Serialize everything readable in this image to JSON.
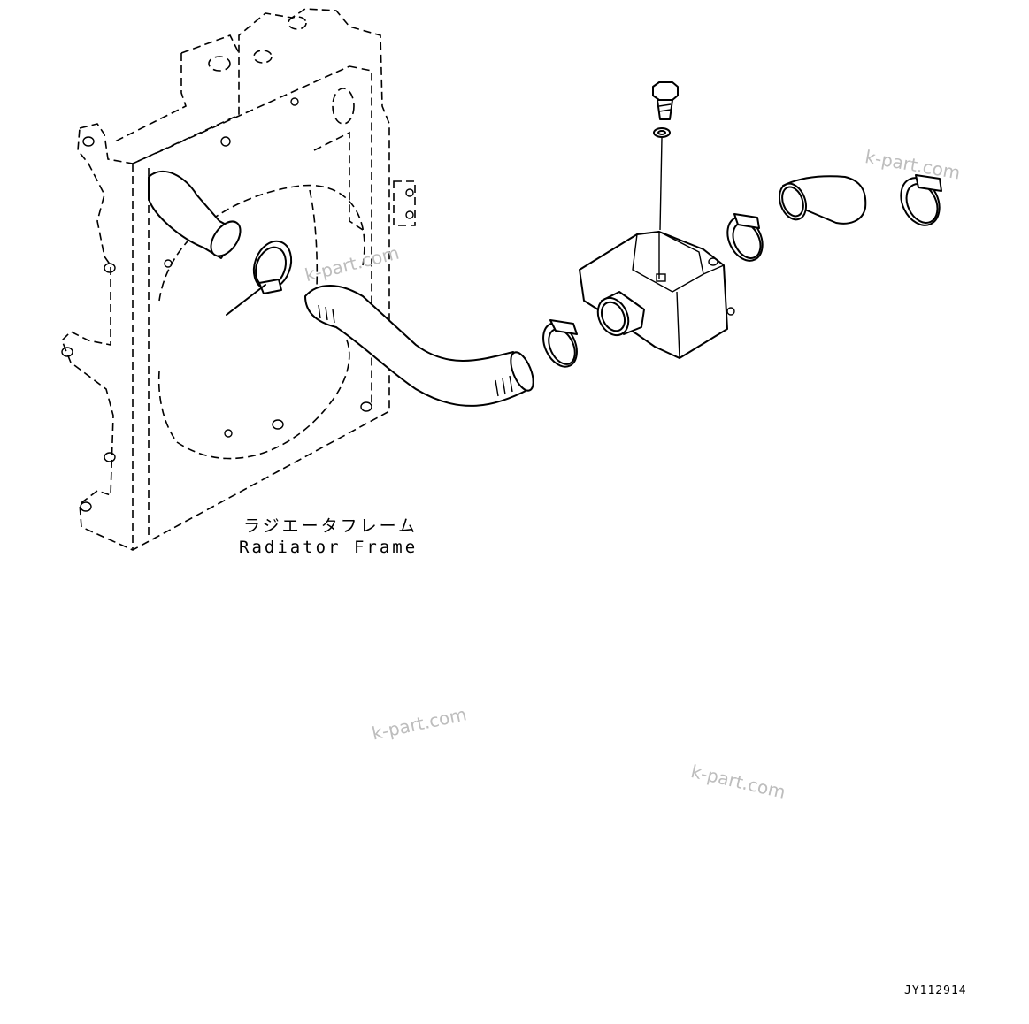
{
  "labels": {
    "part_name_jp": "ラジエータフレーム",
    "part_name_en": "Radiator Frame",
    "drawing_code": "JY112914"
  },
  "watermark": {
    "text": "k-part.com"
  },
  "colors": {
    "line": "#000000",
    "watermark": "#bdbdbd",
    "background": "#ffffff"
  }
}
